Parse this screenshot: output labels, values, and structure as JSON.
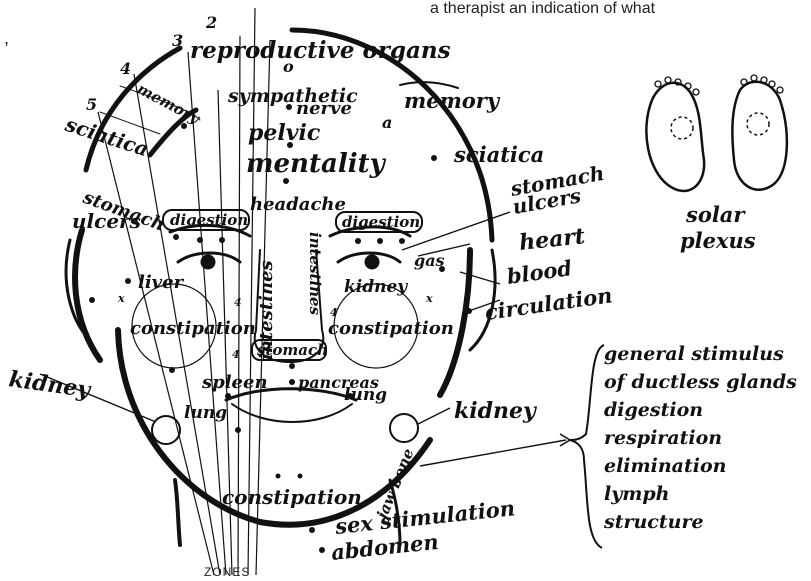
{
  "caption_top": "a therapist an indication of what",
  "stray_mark": ",",
  "zone_numbers": [
    "2",
    "3",
    "4",
    "5"
  ],
  "zones_label": "ZONES",
  "labels": {
    "reproductive_organs": "reproductive organs",
    "sympathetic": "sympathetic",
    "nerve": "nerve",
    "pelvic": "pelvic",
    "mentality": "mentality",
    "memory_left": "memory",
    "memory_right": "memory",
    "sciatica_left": "sciatica",
    "sciatica_right": "sciatica",
    "stomach_left": "stomach",
    "ulcers_left": "ulcers",
    "stomach_right": "stomach",
    "ulcers_right": "ulcers",
    "headache": "headache",
    "digestion_left": "digestion",
    "digestion_right": "digestion",
    "intestines_left": "intestines",
    "intestines_right": "intestines",
    "heart": "heart",
    "gas": "gas",
    "blood": "blood",
    "circulation": "circulation",
    "liver": "liver",
    "kidney_face": "kidney",
    "constipation_left": "constipation",
    "constipation_right": "constipation",
    "stomach_nose": "stomach",
    "spleen": "spleen",
    "pancreas": "pancreas",
    "lung_left": "lung",
    "lung_right": "lung",
    "kidney_left": "kidney",
    "kidney_right": "kidney",
    "jaw_bone": "jaw bone",
    "constipation_chin": "constipation",
    "sex_stimulation": "sex stimulation",
    "abdomen": "abdomen",
    "solar": "solar",
    "plexus": "plexus"
  },
  "marks": {
    "o_top": "o",
    "a_mark": "a",
    "x_marks": [
      "x",
      "x",
      "4",
      "4",
      "4"
    ]
  },
  "jaw_functions": [
    "general stimulus",
    "of ductless glands",
    "digestion",
    "respiration",
    "elimination",
    "lymph",
    "structure"
  ]
}
